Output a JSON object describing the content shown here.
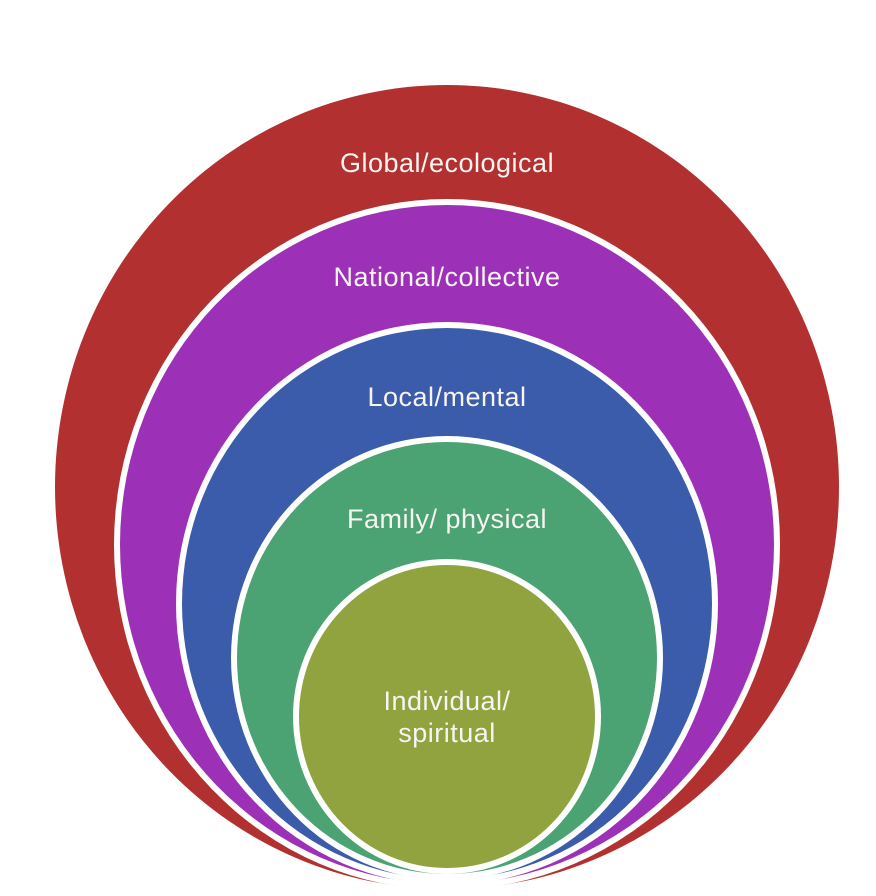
{
  "diagram": {
    "description": "Nested circles diagram of five levels, circles tangent at the bottom",
    "background_color": "#ffffff",
    "separator_color": "#ffffff",
    "text_color": "#f7f4f2",
    "rings": [
      {
        "label": "Global/ecological",
        "color": "#b23130"
      },
      {
        "label": "National/collective",
        "color": "#9c31b8"
      },
      {
        "label": "Local/mental",
        "color": "#3b5cab"
      },
      {
        "label": "Family/ physical",
        "color": "#4ba374"
      },
      {
        "label": "Individual/ spiritual",
        "color": "#90a33e",
        "lines": [
          "Individual/",
          "spiritual"
        ]
      }
    ]
  }
}
